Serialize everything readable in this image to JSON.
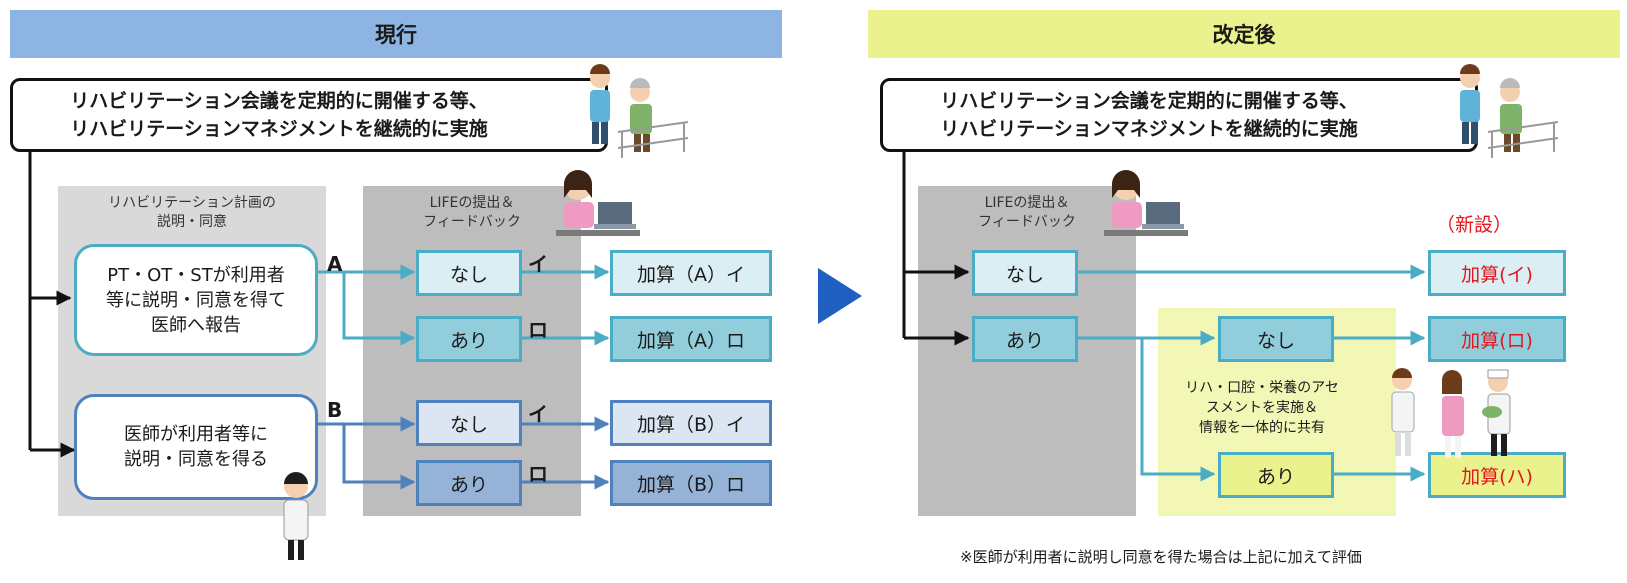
{
  "left": {
    "header": "現行",
    "top_box": [
      "リハビリテーション会議を定期的に開催する等、",
      "リハビリテーションマネジメントを継続的に実施"
    ],
    "consent_panel": [
      "リハビリテーション計画の",
      "説明・同意"
    ],
    "life_panel": [
      "LIFEの提出＆",
      "フィードバック"
    ],
    "box_a": [
      "PT・OT・STが利用者",
      "等に説明・同意を得て",
      "医師へ報告"
    ],
    "box_b": [
      "医師が利用者等に",
      "説明・同意を得る"
    ],
    "label_a": "A",
    "label_b": "B",
    "nashi": "なし",
    "ari": "あり",
    "i": "イ",
    "ro": "ロ",
    "results": [
      "加算（A）イ",
      "加算（A）ロ",
      "加算（B）イ",
      "加算（B）ロ"
    ]
  },
  "right": {
    "header": "改定後",
    "top_box": [
      "リハビリテーション会議を定期的に開催する等、",
      "リハビリテーションマネジメントを継続的に実施"
    ],
    "life_panel": [
      "LIFEの提出＆",
      "フィードバック"
    ],
    "nashi": "なし",
    "ari": "あり",
    "new_label": "（新設）",
    "assessment": [
      "リハ・口腔・栄養のアセ",
      "スメントを実施＆",
      "情報を一体的に共有"
    ],
    "results": [
      "加算(イ)",
      "加算(ロ)",
      "加算(ハ)"
    ],
    "footnote": "※医師が利用者に説明し同意を得た場合は上記に加えて評価"
  },
  "colors": {
    "left_header": "#8eb4e3",
    "right_header": "#e9f28c",
    "gray_panel": "#d9d9d9",
    "gray_dark": "#bdbdbd",
    "teal": "#4bacc6",
    "blue": "#4f81bd",
    "yellow_panel": "#f3f7b5",
    "red": "#e5151b"
  }
}
